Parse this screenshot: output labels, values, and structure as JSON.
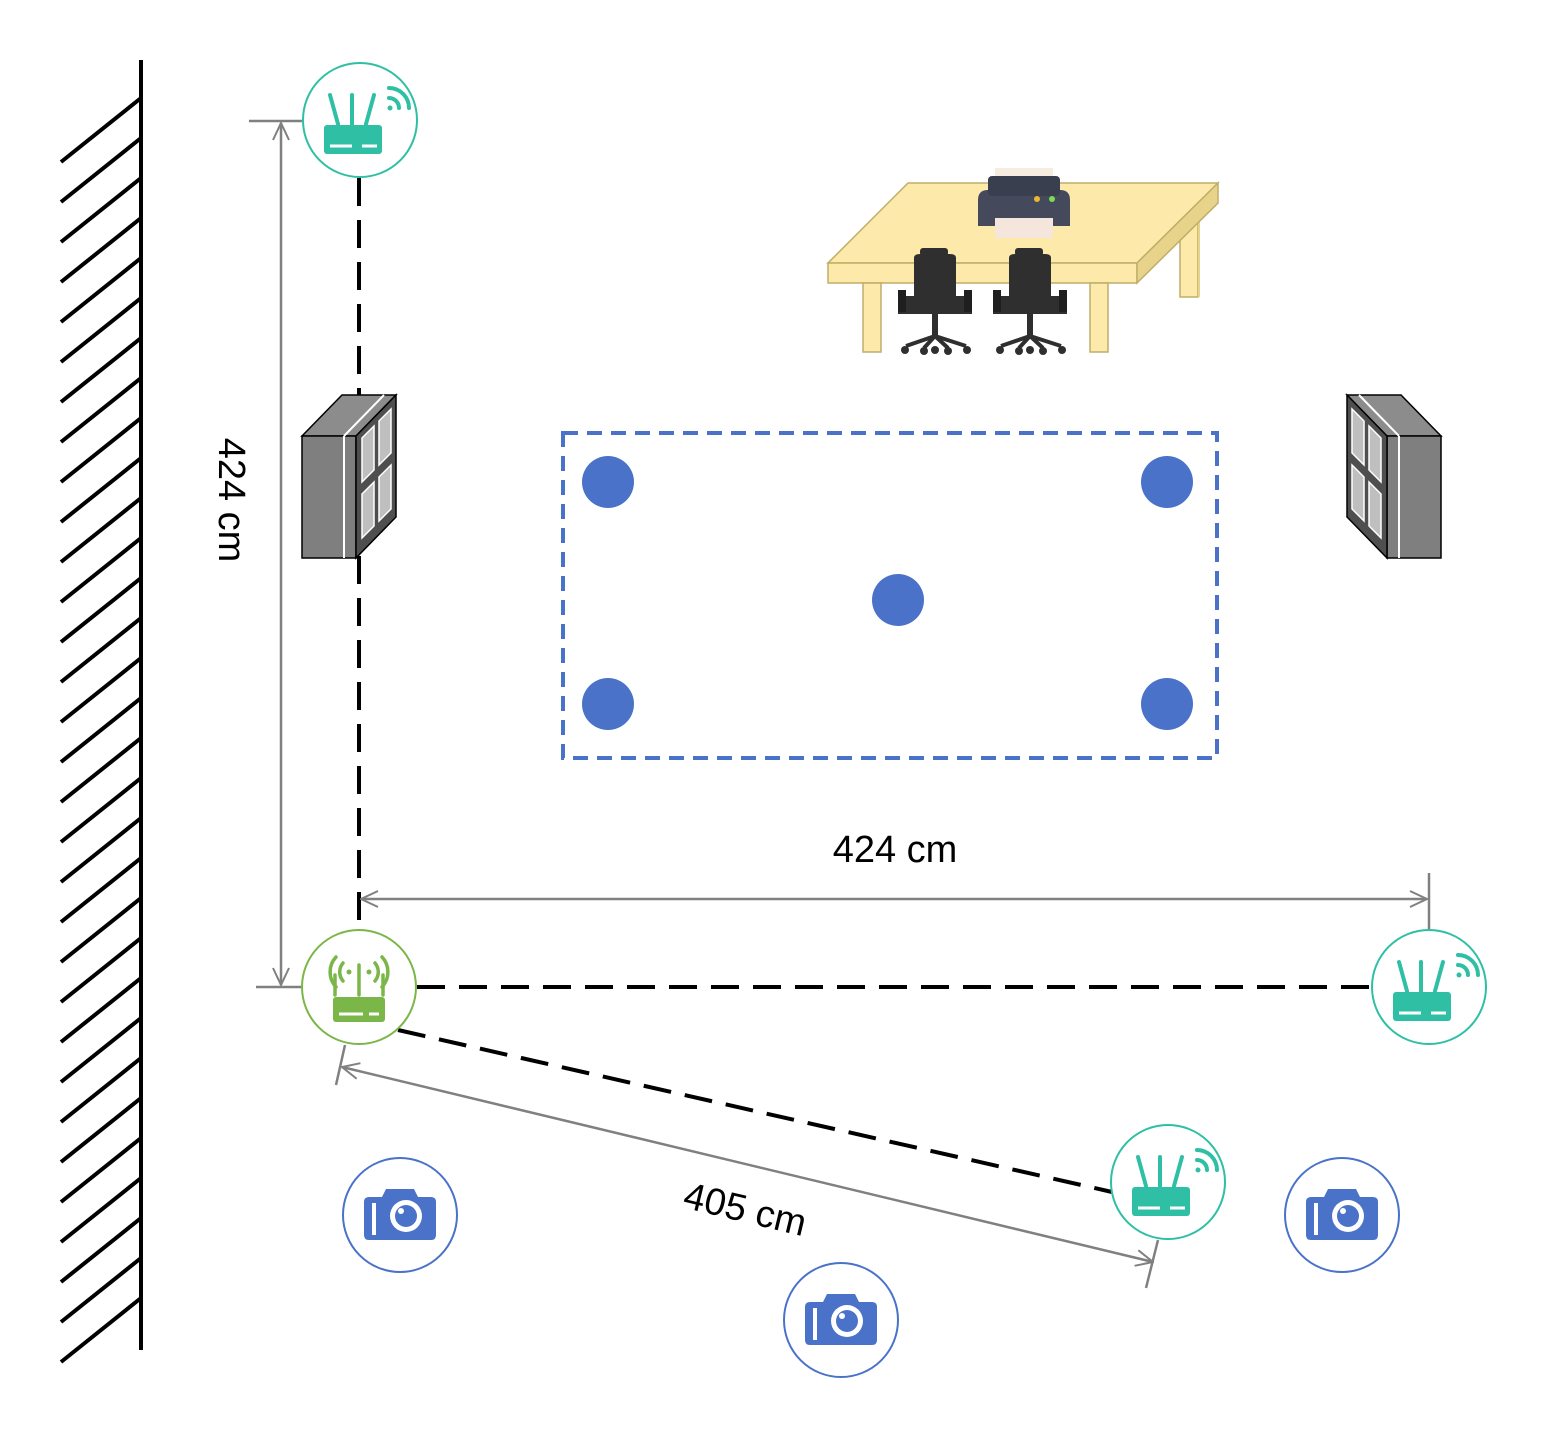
{
  "dimensions": {
    "vertical_label": "424 cm",
    "horizontal_label": "424 cm",
    "diagonal_label": "405 cm"
  },
  "devices": {
    "receiver_icon": "wifi-router-icon",
    "transmitter_icon": "antenna-router-icon",
    "camera_icon": "camera-icon",
    "furniture": [
      "desk-icon",
      "printer-icon",
      "office-chair-icon",
      "cabinet-icon"
    ]
  },
  "colors": {
    "receiver": "#2ebfa5",
    "transmitter": "#7ab648",
    "camera": "#4a72c9",
    "test_point": "#4a72c9",
    "link_line": "#000000",
    "dimension_line": "#808080",
    "wall": "#000000",
    "desk": "#fde9a9",
    "cabinet": "#7f7f7f"
  }
}
